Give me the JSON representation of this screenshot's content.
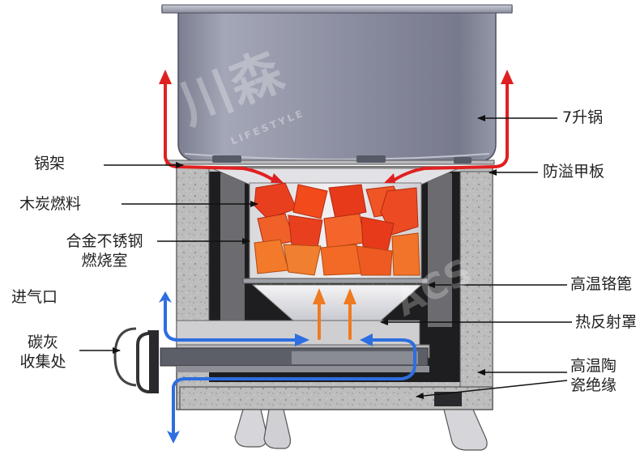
{
  "labels": {
    "pot": "7升锅",
    "pot_rack": "锅架",
    "overflow_plate": "防溢甲板",
    "charcoal_fuel": "木炭燃料",
    "chamber_line1": "合金不锈钢",
    "chamber_line2": "燃烧室",
    "air_inlet": "进气口",
    "grate": "高温铬篦",
    "ash_line1": "碳灰",
    "ash_line2": "收集处",
    "heat_reflector": "热反射罩",
    "insulation_line1": "高温陶",
    "insulation_line2": "瓷绝缘"
  },
  "watermark": {
    "brand": "川森",
    "tagline": "LIFESTYLE",
    "logo": "ACS"
  },
  "colors": {
    "pot": "#8c8fa0",
    "stone": "#b9b9b9",
    "flame": "#e8401f",
    "hot_air": "#e02020",
    "cold_air": "#2d6ee0",
    "rise": "#f07a20"
  }
}
